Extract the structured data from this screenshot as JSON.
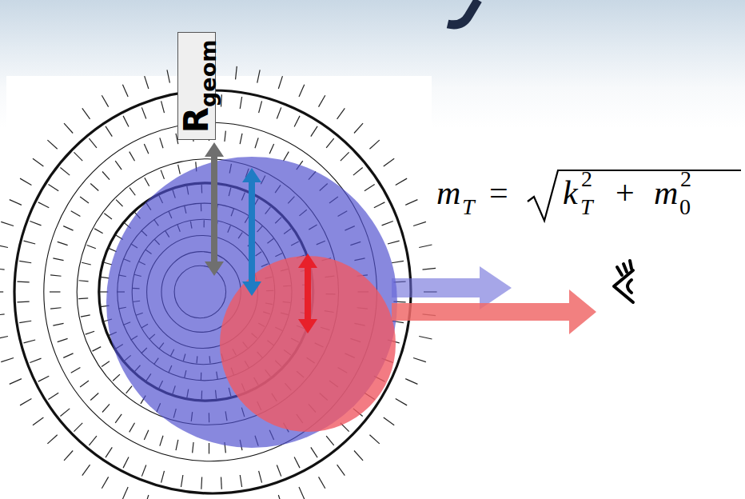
{
  "diagram": {
    "nodes": [
      {
        "text": [
          "R",
          "geom"
        ]
      }
    ],
    "labels": [
      "m",
      "T",
      "=",
      "k",
      "T",
      "2",
      "+",
      "m",
      "0",
      "2"
    ]
  }
}
